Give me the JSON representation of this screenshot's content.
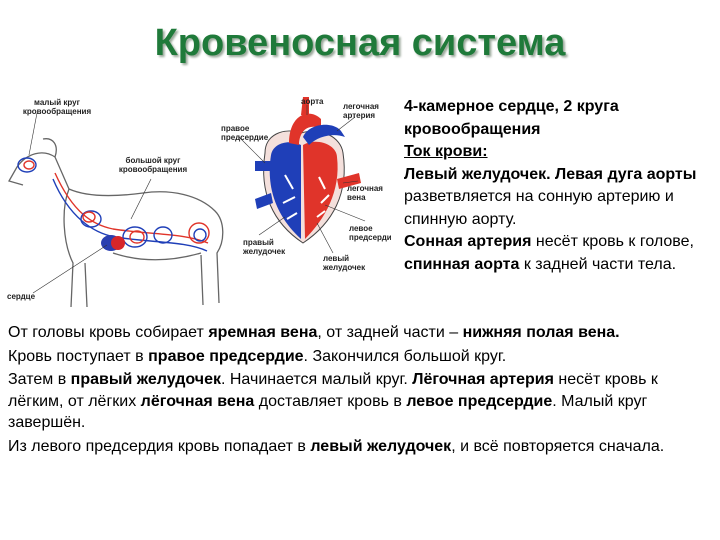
{
  "title": "Кровеносная система",
  "figure": {
    "labels": {
      "small_circle": [
        "малый круг",
        "кровообращения"
      ],
      "aorta": "аорта",
      "pulmonary_artery": [
        "легочная",
        "артерия"
      ],
      "right_atrium": [
        "правое",
        "предсердие"
      ],
      "big_circle": [
        "большой круг",
        "кровообращения"
      ],
      "pulmonary_vein": [
        "легочная",
        "вена"
      ],
      "left_atrium": [
        "левое",
        "предсердие"
      ],
      "right_ventricle": [
        "правый",
        "желудочек"
      ],
      "left_ventricle": [
        "левый",
        "желудочек"
      ],
      "heart": "сердце"
    },
    "colors": {
      "arterial": "#e0342a",
      "venous": "#1f3fb8",
      "outline": "#444444"
    }
  },
  "right": {
    "p1": "4-камерное сердце, 2 круга кровообращения",
    "p2": "Ток крови:",
    "p3_b1": "Левый желудочек. Левая дуга аорты",
    "p3_t1": " разветвляется на сонную артерию и спинную аорту.",
    "p4_b1": "Сонная артерия",
    "p4_t1": " несёт кровь к голове, ",
    "p4_b2": "спинная аорта",
    "p4_t2": " к задней части тела."
  },
  "body": {
    "l1_t1": "От головы кровь собирает ",
    "l1_b1": "яремная вена",
    "l1_t2": ", от задней части – ",
    "l1_b2": "нижняя полая вена.",
    "l2_t1": "Кровь поступает в ",
    "l2_b1": "правое предсердие",
    "l2_t2": ". Закончился большой круг.",
    "l3_t1": "Затем в ",
    "l3_b1": "правый желудочек",
    "l3_t2": ". Начинается малый круг. ",
    "l3_b2": "Лёгочная артерия",
    "l3_t3": " несёт кровь к лёгким, от лёгких ",
    "l3_b3": "лёгочная вена",
    "l3_t4": " доставляет кровь в ",
    "l3_b4": "левое предсердие",
    "l3_t5": ". Малый круг завершён.",
    "l4_t1": "Из левого предсердия кровь попадает в ",
    "l4_b1": "левый желудочек",
    "l4_t2": ", и всё повторяется сначала."
  }
}
